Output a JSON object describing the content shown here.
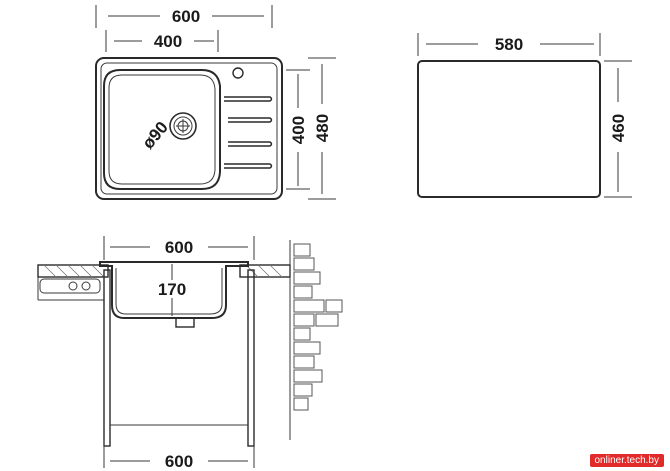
{
  "dimensions": {
    "top_width_outer": "600",
    "top_width_bowl": "400",
    "top_height_bowl": "400",
    "top_height_outer": "480",
    "drain_diameter": "ø90",
    "cutout_width": "580",
    "cutout_height": "460",
    "section_width_top": "600",
    "section_depth": "170",
    "section_width_bottom": "600"
  },
  "watermark": "onliner.tech.by",
  "colors": {
    "line": "#2a2a2a",
    "watermark_bg": "#e12a2a"
  }
}
